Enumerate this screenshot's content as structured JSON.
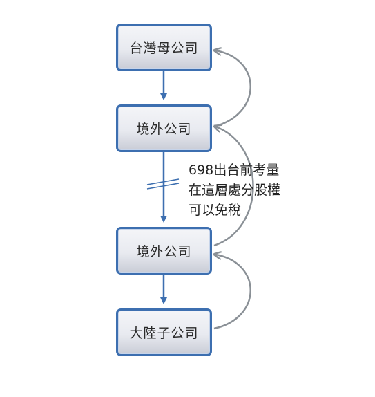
{
  "diagram": {
    "boxes": [
      {
        "label": "台灣母公司"
      },
      {
        "label": "境外公司"
      },
      {
        "label": "境外公司"
      },
      {
        "label": "大陸子公司"
      }
    ],
    "note": {
      "lines": [
        "698出台前考量",
        "在這層處分股權",
        "可以免稅"
      ]
    }
  },
  "colors": {
    "box_border": "#3d6fb0",
    "down_arrow": "#3d6fb0",
    "curved_arrow": "#8a9096",
    "text": "#222222"
  }
}
